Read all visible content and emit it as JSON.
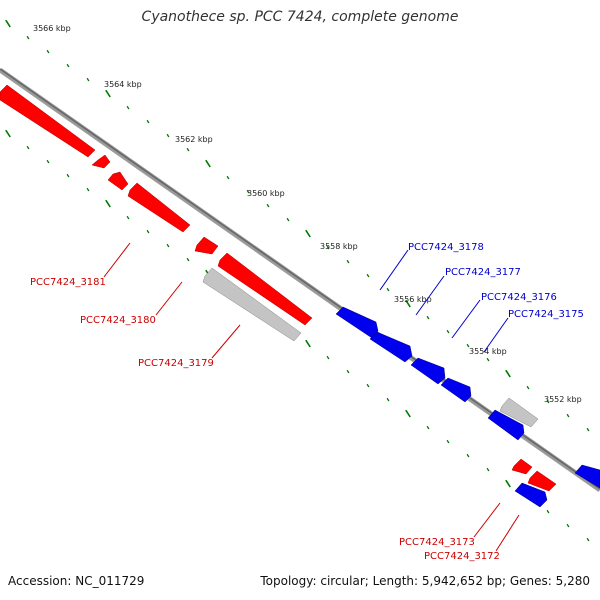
{
  "title": "Cyanothece sp. PCC 7424, complete genome",
  "footer": {
    "accession": "Accession: NC_011729",
    "summary": "Topology: circular; Length: 5,942,652 bp; Genes: 5,280"
  },
  "colors": {
    "forward": "#ff0000",
    "reverse": "#0000ee",
    "other": "#bbbbbb",
    "backbone": "#808080",
    "ticks": "#007700",
    "label_forward": "#cc0000",
    "label_reverse": "#0000cc"
  },
  "kbp_labels": [
    "3566 kbp",
    "3564 kbp",
    "3562 kbp",
    "3560 kbp",
    "3558 kbp",
    "3556 kbp",
    "3554 kbp",
    "3552 kbp"
  ],
  "gene_labels": [
    {
      "text": "PCC7424_3181",
      "strand": "forward"
    },
    {
      "text": "PCC7424_3180",
      "strand": "forward"
    },
    {
      "text": "PCC7424_3179",
      "strand": "forward"
    },
    {
      "text": "PCC7424_3178",
      "strand": "reverse"
    },
    {
      "text": "PCC7424_3177",
      "strand": "reverse"
    },
    {
      "text": "PCC7424_3176",
      "strand": "reverse"
    },
    {
      "text": "PCC7424_3175",
      "strand": "reverse"
    },
    {
      "text": "PCC7424_3173",
      "strand": "forward"
    },
    {
      "text": "PCC7424_3172",
      "strand": "forward"
    }
  ]
}
